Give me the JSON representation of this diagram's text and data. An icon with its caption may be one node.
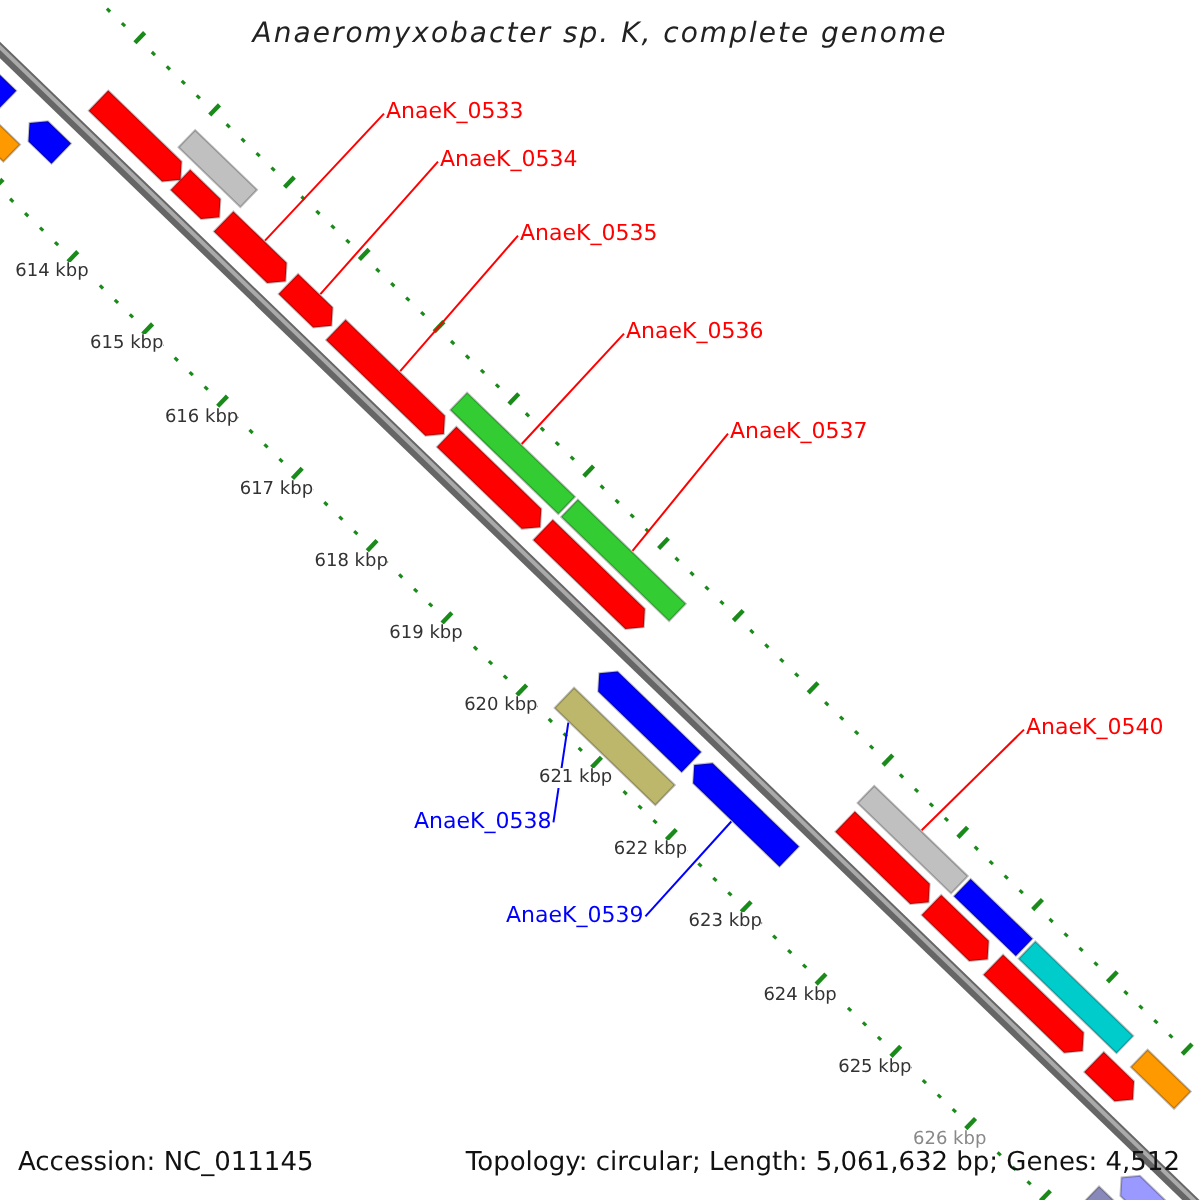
{
  "diagram": {
    "title": "Anaeromyxobacter sp. K, complete genome",
    "nodes": [
      {
        "text": [
          "AnaeK_0533"
        ]
      },
      {
        "text": [
          "AnaeK_0534"
        ]
      },
      {
        "text": [
          "AnaeK_0535"
        ]
      },
      {
        "text": [
          "AnaeK_0536"
        ]
      },
      {
        "text": [
          "AnaeK_0537"
        ]
      },
      {
        "text": [
          "AnaeK_0540"
        ]
      },
      {
        "text": [
          "AnaeK_0538"
        ]
      },
      {
        "text": [
          "AnaeK_0539"
        ]
      },
      {
        "text": [],
        "shape": "pentagon"
      },
      {
        "text": [],
        "shape": "bar"
      },
      {
        "text": [],
        "shape": "pentagon"
      },
      {
        "text": [],
        "shape": "pentagon"
      },
      {
        "text": [],
        "shape": "bar"
      },
      {
        "text": [],
        "shape": "pentagon"
      },
      {
        "text": [],
        "shape": "pentagon"
      },
      {
        "text": [],
        "shape": "pentagon"
      },
      {
        "text": [],
        "shape": "pentagon"
      },
      {
        "text": [],
        "shape": "bar"
      },
      {
        "text": [],
        "shape": "pentagon"
      },
      {
        "text": [],
        "shape": "pentagon"
      },
      {
        "text": [],
        "shape": "bar"
      },
      {
        "text": [],
        "shape": "pentagon"
      },
      {
        "text": [],
        "shape": "bar"
      },
      {
        "text": [],
        "shape": "pentagon"
      },
      {
        "text": [],
        "shape": "bar"
      },
      {
        "text": [],
        "shape": "pentagon"
      },
      {
        "text": [],
        "shape": "pentagon"
      },
      {
        "text": [],
        "shape": "bar"
      },
      {
        "text": [],
        "shape": "pentagon"
      },
      {
        "text": [],
        "shape": "bar"
      },
      {
        "text": [],
        "shape": "pentagon"
      },
      {
        "text": [],
        "shape": "bar"
      },
      {
        "text": [],
        "shape": "pentagon"
      },
      {
        "text": [],
        "shape": "bar"
      }
    ],
    "edges": [
      {
        "from": 0,
        "to": 14,
        "arrow": "none"
      },
      {
        "from": 1,
        "to": 15,
        "arrow": "none"
      },
      {
        "from": 2,
        "to": 16,
        "arrow": "none"
      },
      {
        "from": 3,
        "to": 17,
        "arrow": "none"
      },
      {
        "from": 4,
        "to": 20,
        "arrow": "none"
      },
      {
        "from": 5,
        "to": 24,
        "arrow": "none"
      },
      {
        "from": 6,
        "to": 22,
        "arrow": "none",
        "color": "#0000ff"
      },
      {
        "from": 7,
        "to": 23,
        "arrow": "none",
        "color": "#0000ff"
      }
    ],
    "labels": [
      "614 kbp",
      "615 kbp",
      "616 kbp",
      "617 kbp",
      "618 kbp",
      "619 kbp",
      "620 kbp",
      "621 kbp",
      "622 kbp",
      "623 kbp",
      "624 kbp",
      "625 kbp",
      "626 kbp",
      "Accession: NC_011145",
      "Topology: circular; Length: 5,061,632 bp; Genes: 4,512"
    ]
  }
}
